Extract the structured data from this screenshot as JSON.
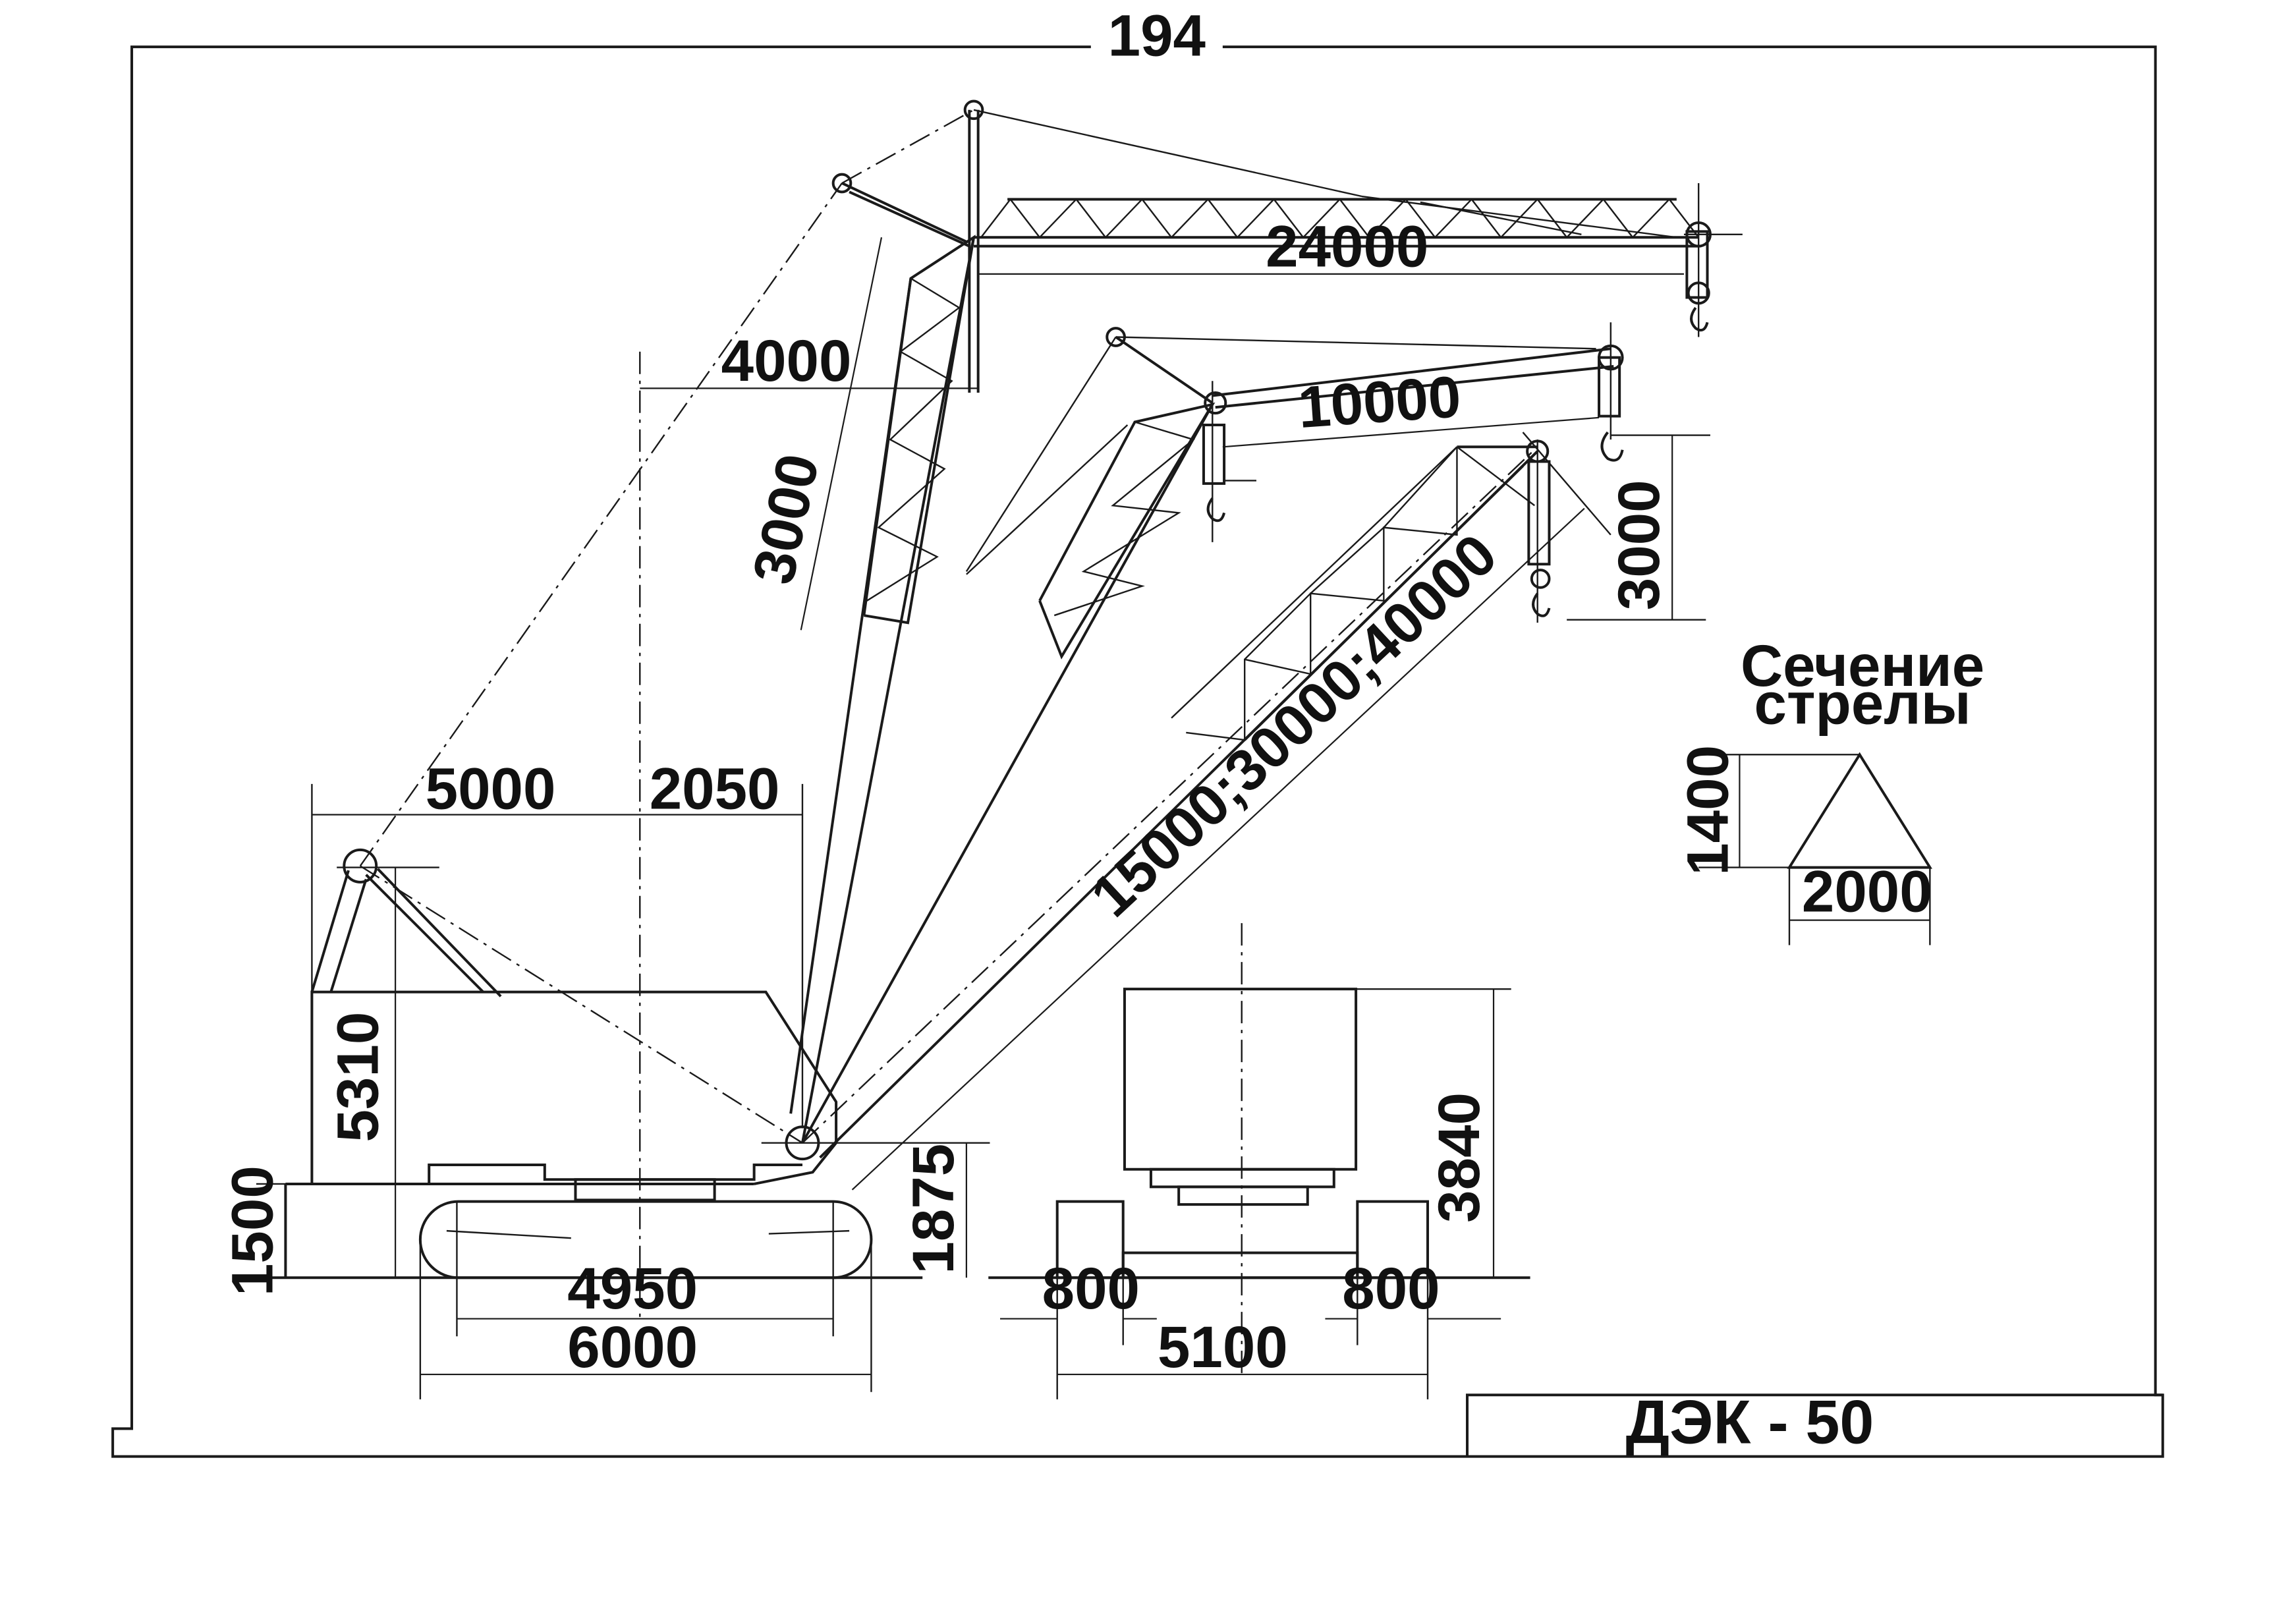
{
  "page_number": "194",
  "model_title": "ДЭК - 50",
  "section": {
    "line1": "Сечение",
    "line2": "стрелы"
  },
  "dimensions": {
    "d24000": "24000",
    "d4000": "4000",
    "d3000_slanted": "3000",
    "d10000": "10000",
    "d3000_hook": "3000",
    "boom_lengths": "15000;30000;40000",
    "d5000": "5000",
    "d2050": "2050",
    "d5310": "5310",
    "d1875": "1875",
    "d1500": "1500",
    "d4950": "4950",
    "d6000": "6000",
    "d3840": "3840",
    "d800_left": "800",
    "d800_right": "800",
    "d5100": "5100",
    "d1400": "1400",
    "d2000": "2000"
  }
}
